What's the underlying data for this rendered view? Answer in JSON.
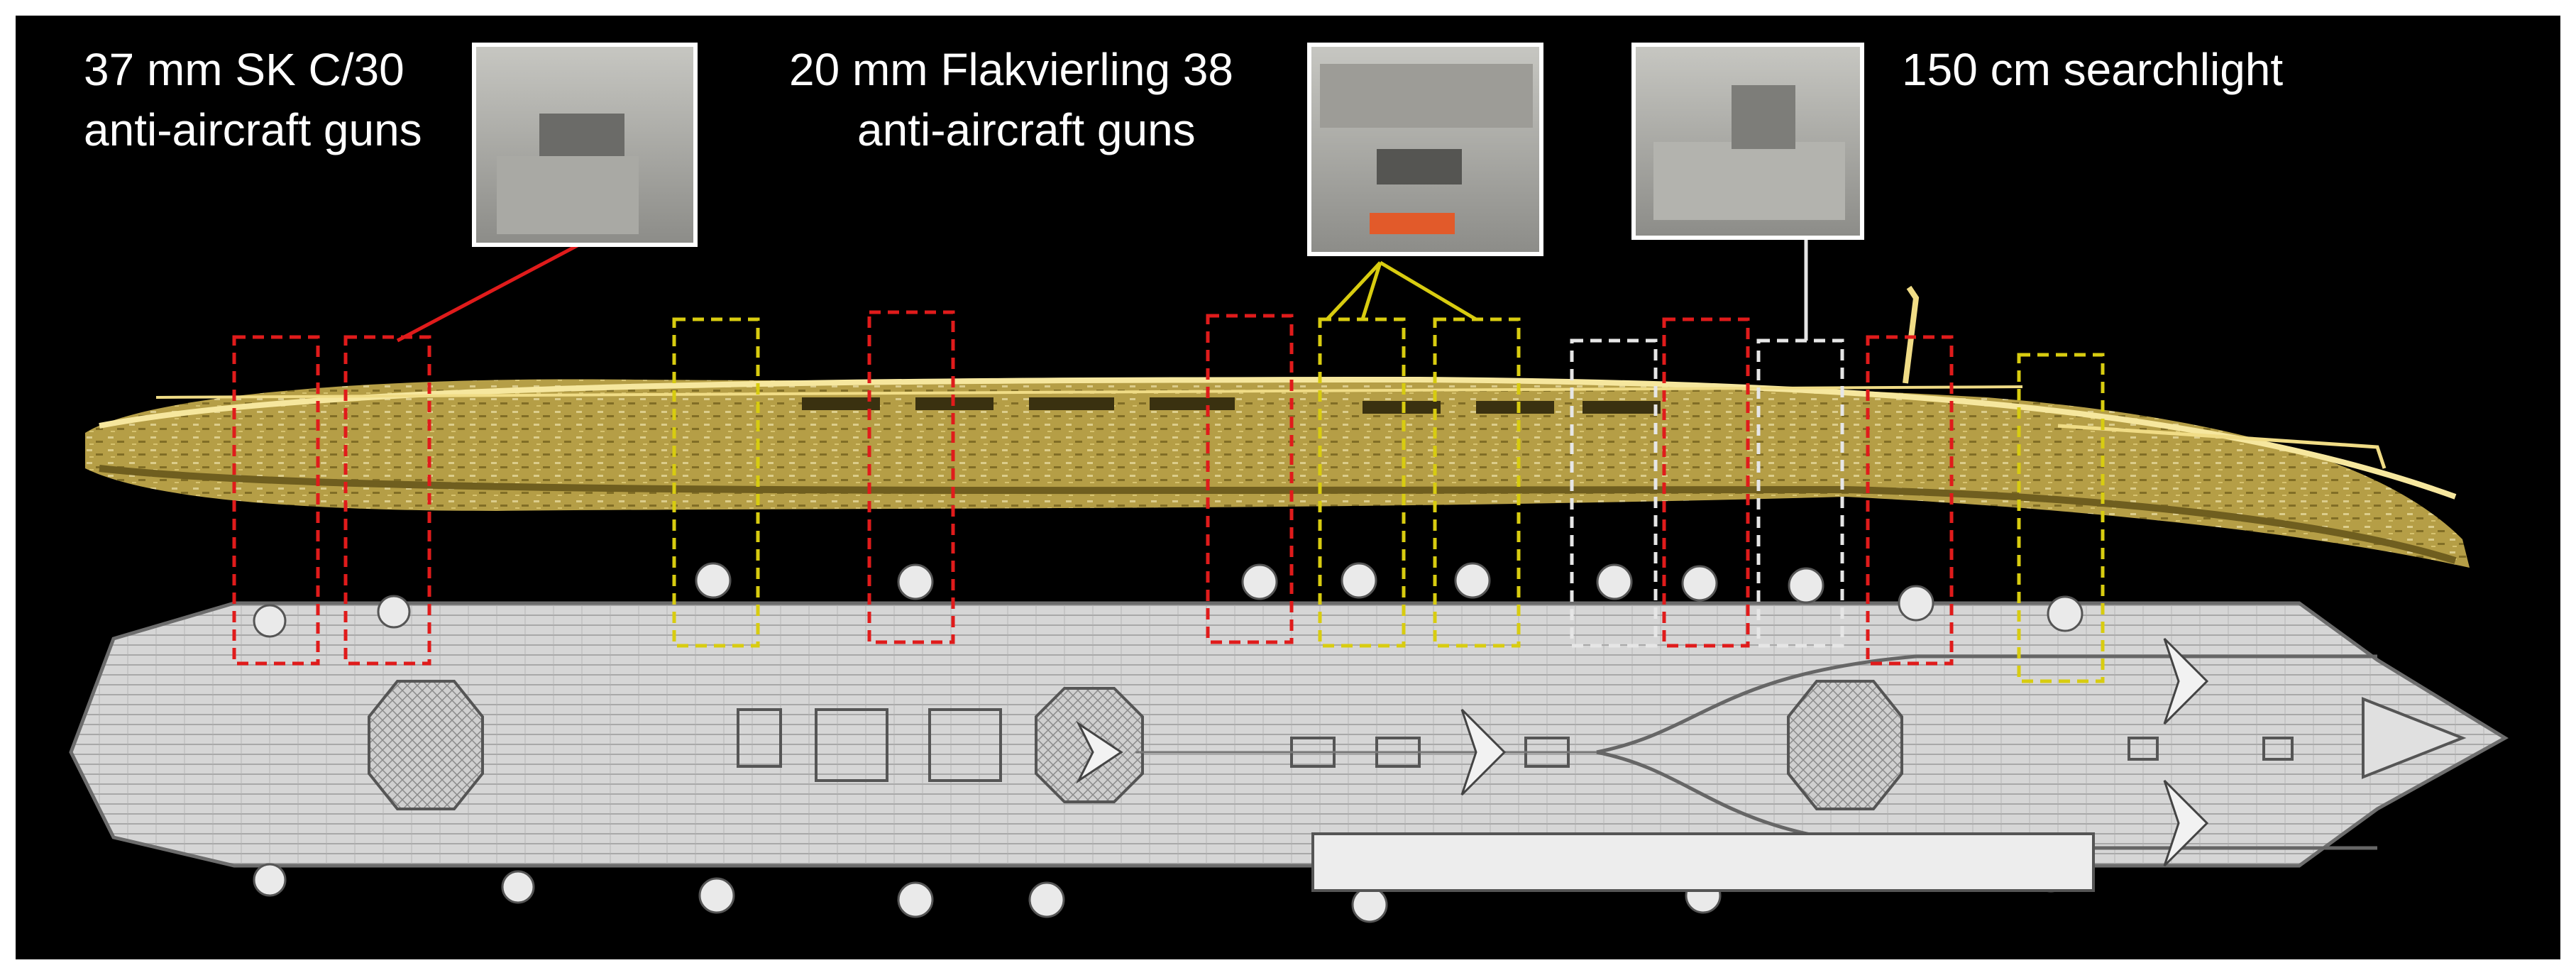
{
  "labels": {
    "gun37": {
      "line1": "37 mm SK C/30",
      "line2": "anti-aircraft guns"
    },
    "gun20": {
      "line1": "20 mm Flakvierling 38",
      "line2": "anti-aircraft guns"
    },
    "searchlight": {
      "line1": "150 cm searchlight"
    }
  },
  "colors": {
    "background": "#000000",
    "border": "#ffffff",
    "scan": "#e8cf6a",
    "blueprint": "#d9d9d9",
    "marker_37mm": "#e01b1b",
    "marker_20mm": "#d8cc10",
    "marker_searchlight": "#e6e6e6"
  }
}
